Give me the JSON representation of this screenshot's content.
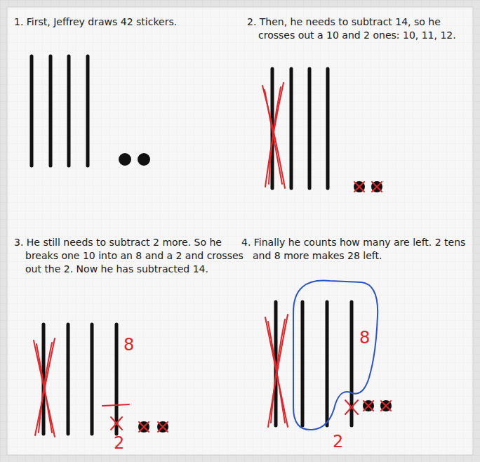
{
  "diagram": {
    "labels": [
      "1. First, Jeffrey draws 42 stickers.",
      "2. Then, he needs to subtract 14, so he crosses out a 10 and 2 ones: 10, 11, 12.",
      "3. He still needs to subtract 2 more. So he breaks one 10 into an 8 and a 2 and crosses out the 2. Now he has subtracted 14.",
      "4. Finally he counts how many are left. 2 tens and 8 more makes 28 left.",
      "8",
      "2",
      "8",
      "2"
    ]
  }
}
